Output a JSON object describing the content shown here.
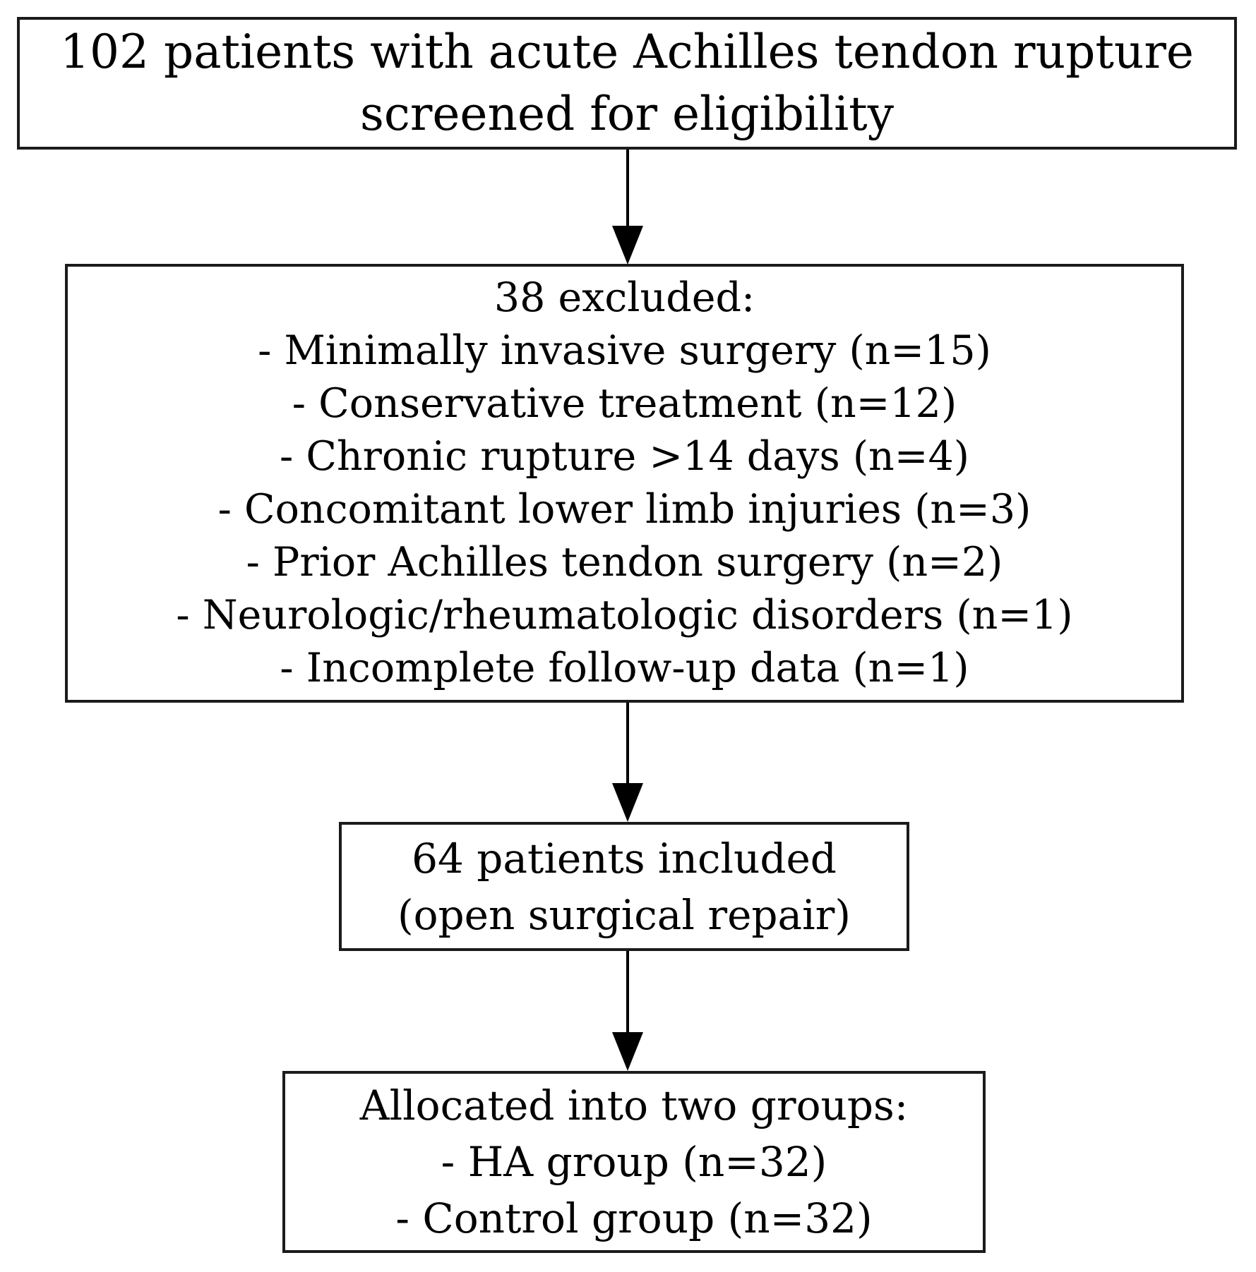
{
  "diagram": {
    "type": "flowchart",
    "subject": "patient enrollment flow",
    "boxes": [
      {
        "id": "screened",
        "lines": [
          "102 patients with acute Achilles tendon rupture",
          "screened for eligibility"
        ]
      },
      {
        "id": "excluded",
        "lines": [
          "38 excluded:",
          "- Minimally invasive surgery (n=15)",
          "- Conservative treatment (n=12)",
          "- Chronic rupture >14 days (n=4)",
          "- Concomitant lower limb injuries (n=3)",
          "- Prior Achilles tendon surgery (n=2)",
          "- Neurologic/rheumatologic disorders (n=1)",
          "- Incomplete follow-up data (n=1)"
        ]
      },
      {
        "id": "included",
        "lines": [
          "64 patients included",
          "(open surgical repair)"
        ]
      },
      {
        "id": "allocated",
        "lines": [
          "Allocated into two groups:",
          "- HA group (n=32)",
          "- Control group (n=32)"
        ]
      }
    ],
    "connectors": [
      {
        "from": "screened",
        "to": "excluded",
        "style": "arrow-down"
      },
      {
        "from": "excluded",
        "to": "included",
        "style": "arrow-down"
      },
      {
        "from": "included",
        "to": "allocated",
        "style": "arrow-down"
      }
    ],
    "colors": {
      "background": "#ffffff",
      "box_border": "#1b1b1b",
      "text": "#000000",
      "arrow": "#000000"
    }
  }
}
